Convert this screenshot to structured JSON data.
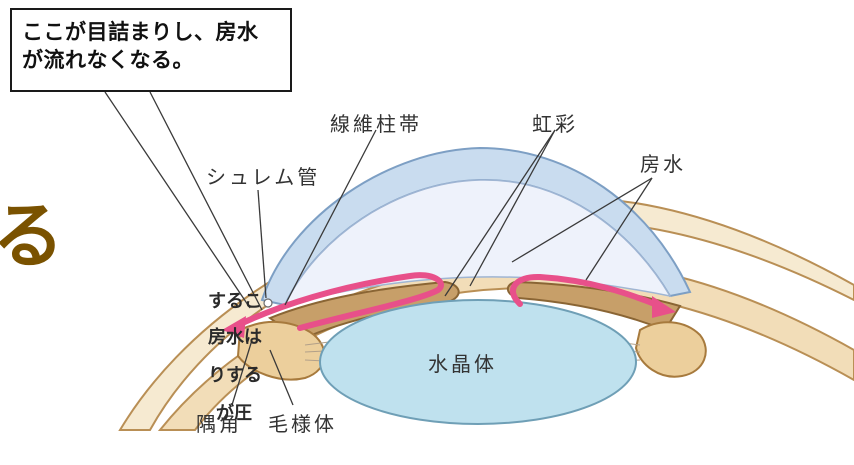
{
  "callout": {
    "line1": "ここが目詰まりし、房水",
    "line2": "が流れなくなる。"
  },
  "heading": {
    "char": "る"
  },
  "body_text": {
    "line1": "するこ",
    "line2": "房水は",
    "line3": "りする",
    "line4": "が圧"
  },
  "labels": {
    "zonule": "線維柱帯",
    "iris": "虹彩",
    "aqueous": "房水",
    "schlemm": "シュレム管",
    "lens": "水晶体",
    "angle": "隅角",
    "ciliary": "毛様体"
  },
  "colors": {
    "cornea": "#c9dcef",
    "corneaEdge": "#7d9fc4",
    "lens": "#bfe1ee",
    "lensEdge": "#6f9fb6",
    "iris": "#c79f69",
    "sclera": "#f2ddb8",
    "arrow": "#e8508a",
    "heading": "#7a5200"
  }
}
